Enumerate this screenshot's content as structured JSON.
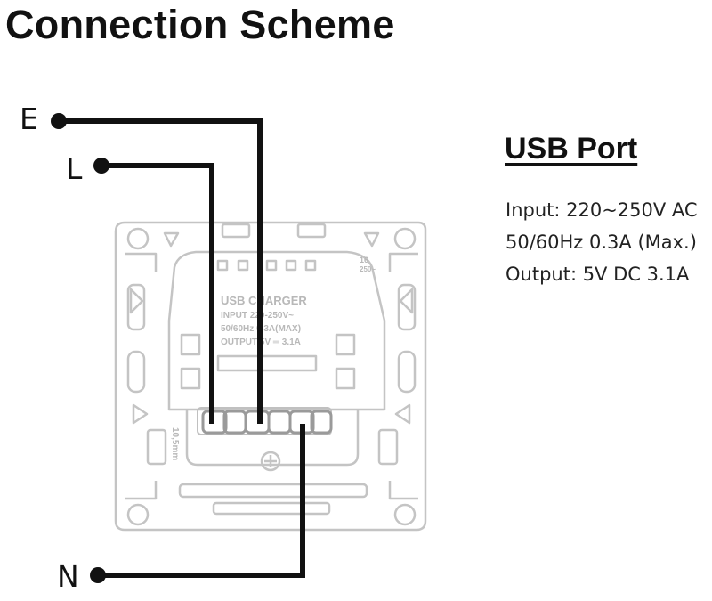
{
  "title": "Connection Scheme",
  "wires": {
    "earth": "E",
    "live": "L",
    "neutral": "N"
  },
  "specs": {
    "heading": "USB Port",
    "lines": [
      "Input: 220~250V AC",
      "50/60Hz 0.3A (Max.)",
      "Output: 5V DC 3.1A"
    ]
  },
  "module": {
    "label_lines": [
      "USB CHARGER",
      "INPUT 220-250V~",
      "50/60Hz 0.3A(MAX)",
      "OUTPUT 5V ═ 3.1A"
    ],
    "rating_top": "16",
    "rating_bottom": "250~",
    "side_mark": "10,5mm"
  },
  "colors": {
    "wire": "#111111",
    "outline": "#c4c4c4"
  }
}
